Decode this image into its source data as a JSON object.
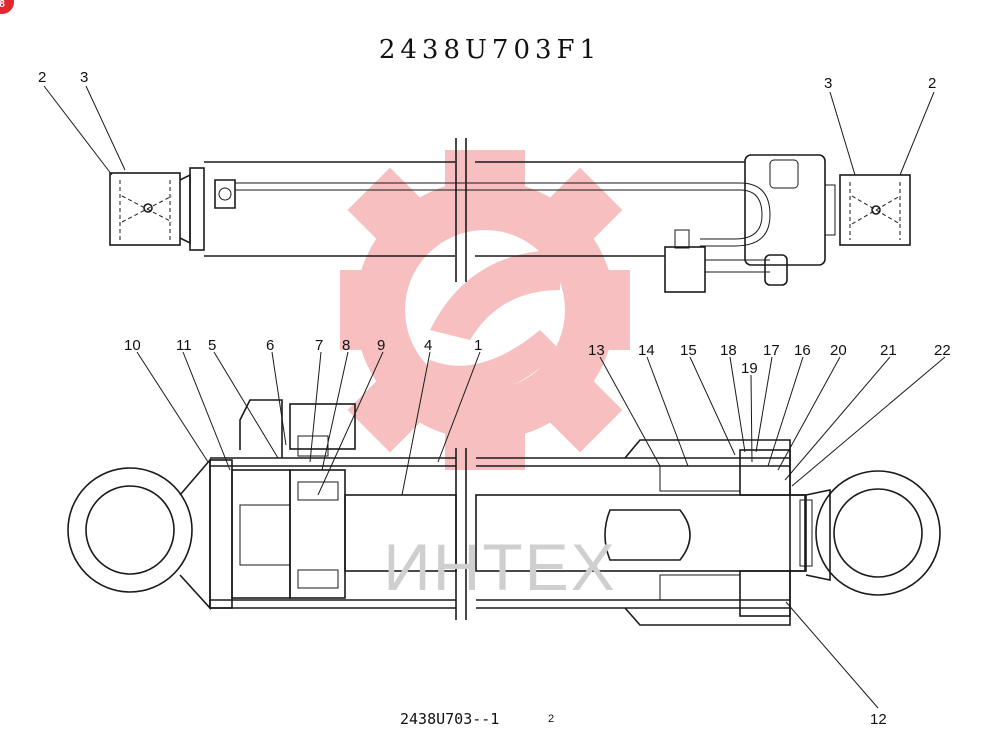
{
  "title": "2438U703F1",
  "reference": "2438U703--1",
  "reference_sheet": "2",
  "watermark": "ИНТЕХ",
  "corner_badge": "8",
  "colors": {
    "line": "#1a1a1a",
    "watermark_logo": "#f28b8b",
    "watermark_text": "#cfcfcf",
    "badge": "#e0282f"
  },
  "top_labels": [
    {
      "id": "t2l",
      "text": "2"
    },
    {
      "id": "t3l",
      "text": "3"
    },
    {
      "id": "t3r",
      "text": "3"
    },
    {
      "id": "t2r",
      "text": "2"
    }
  ],
  "section_labels": [
    {
      "id": "s10",
      "text": "10"
    },
    {
      "id": "s11",
      "text": "11"
    },
    {
      "id": "s5",
      "text": "5"
    },
    {
      "id": "s6",
      "text": "6"
    },
    {
      "id": "s7",
      "text": "7"
    },
    {
      "id": "s8",
      "text": "8"
    },
    {
      "id": "s9",
      "text": "9"
    },
    {
      "id": "s4",
      "text": "4"
    },
    {
      "id": "s1",
      "text": "1"
    },
    {
      "id": "s13",
      "text": "13"
    },
    {
      "id": "s14",
      "text": "14"
    },
    {
      "id": "s15",
      "text": "15"
    },
    {
      "id": "s18",
      "text": "18"
    },
    {
      "id": "s19",
      "text": "19"
    },
    {
      "id": "s17",
      "text": "17"
    },
    {
      "id": "s16",
      "text": "16"
    },
    {
      "id": "s20",
      "text": "20"
    },
    {
      "id": "s21",
      "text": "21"
    },
    {
      "id": "s22",
      "text": "22"
    },
    {
      "id": "s12",
      "text": "12"
    }
  ]
}
